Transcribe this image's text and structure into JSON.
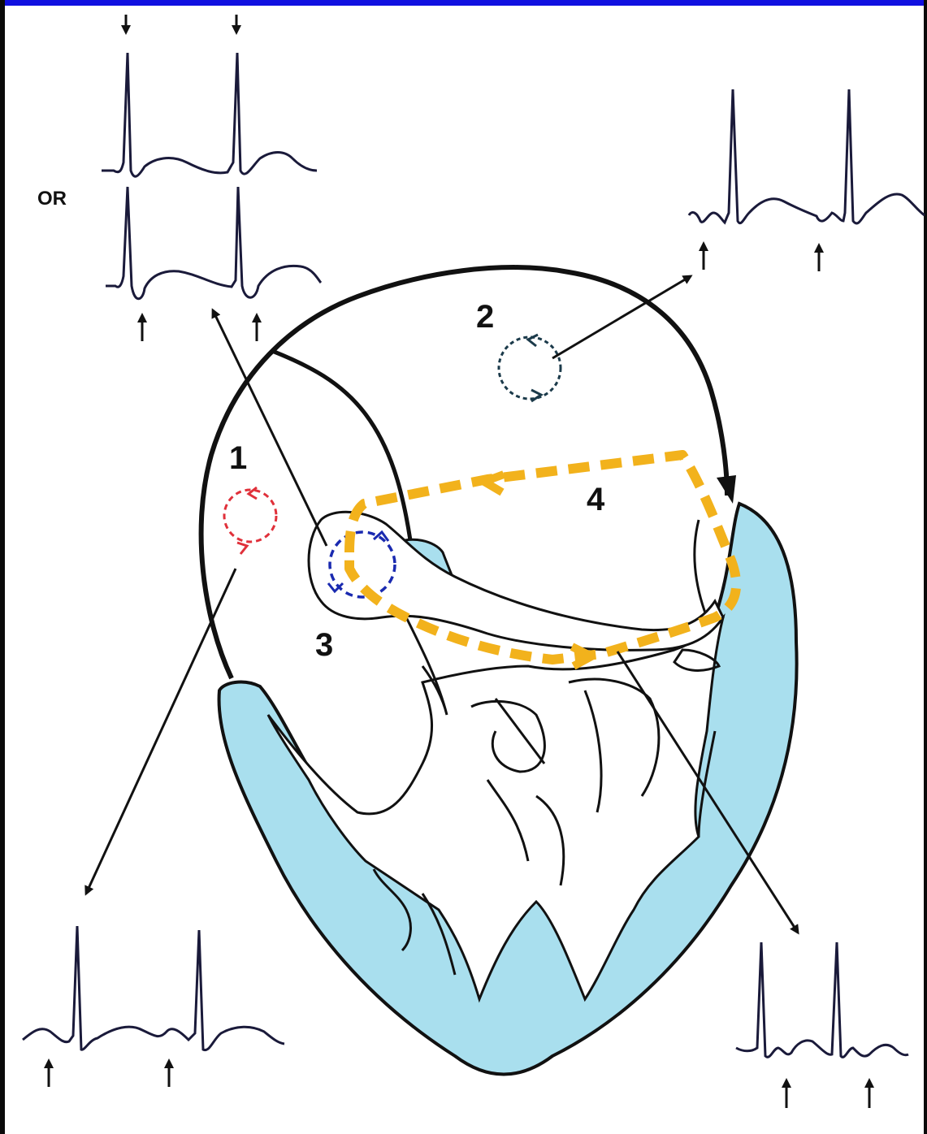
{
  "labels": {
    "or": "OR",
    "site_1": "1",
    "site_2": "2",
    "site_3": "3",
    "site_4": "4"
  },
  "colors": {
    "frame_top": "#1010e0",
    "ventricle_fill": "#a9dfee",
    "circuit_1": "#e0303a",
    "circuit_2": "#1b3a4a",
    "circuit_3": "#1a2ab0",
    "circuit_4": "#f2b21c",
    "ink": "#111111",
    "ecg_line": "#1a1a3a"
  }
}
